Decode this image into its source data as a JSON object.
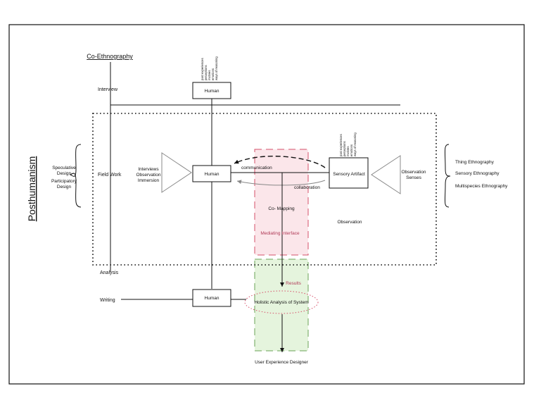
{
  "sidebar_title": "Posthumanism",
  "co_ethnography": "Co-Ethnography",
  "stages": {
    "interview": "Interview",
    "field_work": "Field Work",
    "analysis": "Analysis",
    "writing": "Writing"
  },
  "design_types": {
    "speculative": [
      "Speculative",
      "Design"
    ],
    "participatory": [
      "Participatory",
      "Design"
    ]
  },
  "human_label": "Human",
  "human_attributes": [
    "past experiences",
    "perceptions",
    "motives",
    "emotions",
    "ways of reasoning"
  ],
  "left_methods": [
    "Interviews",
    "Observation",
    "Immersion"
  ],
  "sensory_artifact": "Sensory Artifact",
  "observation_senses": [
    "Observation",
    "Senses"
  ],
  "ethnographies": [
    "Thing Ethnography",
    "Sensory Ethnography",
    "Multispecies Ethnography"
  ],
  "communication": "communication",
  "collaboration": "collaboration",
  "co_mapping": "Co- Mapping",
  "mediating_interface": "Mediating Interface",
  "observation": "Observation",
  "results": "Results",
  "holistic_analysis": "Holistic Analysis of System",
  "user_experience_designer": "User Experience Designer",
  "colors": {
    "pink_fill": "#fbe6ea",
    "pink_stroke": "#d6506a",
    "green_fill": "#e5f4dd",
    "green_stroke": "#6aa357",
    "accent_text": "#b03a57",
    "line": "#111111"
  }
}
